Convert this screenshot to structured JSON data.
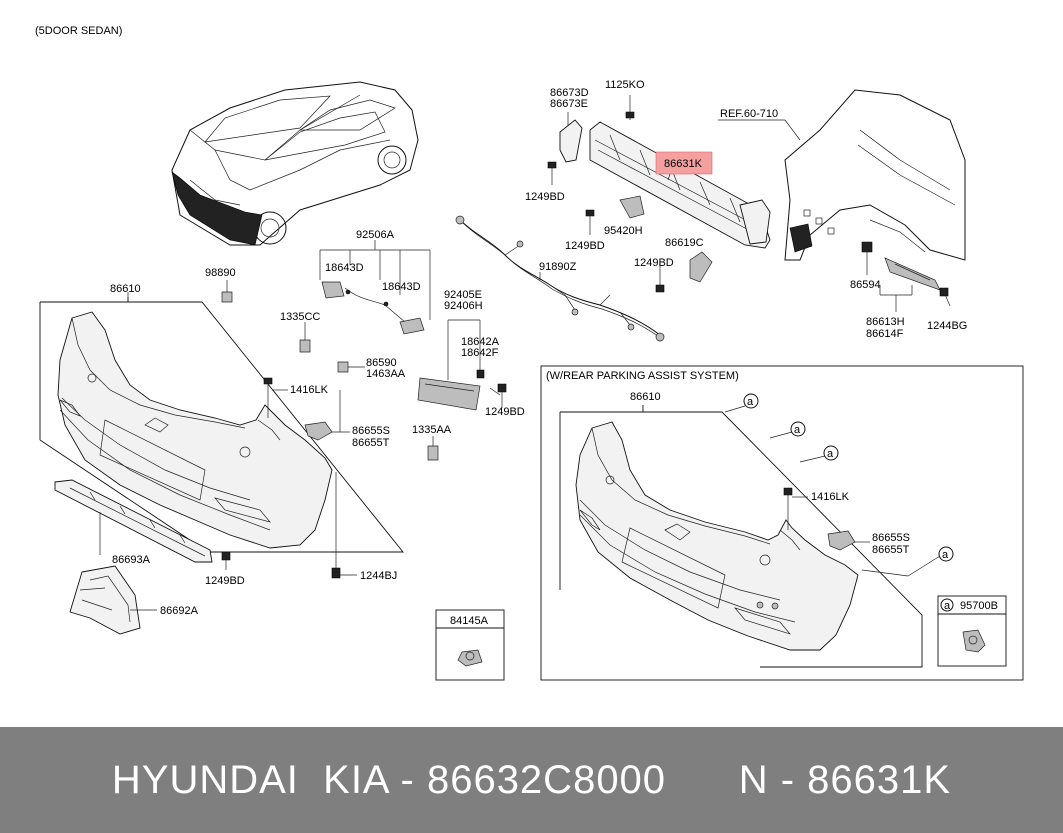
{
  "header_note": "(5DOOR SEDAN)",
  "ref_label": "REF.60-710",
  "parts": {
    "p86673": [
      "86673D",
      "86673E"
    ],
    "p1125KO": "1125KO",
    "p86631K": "86631K",
    "p1249BD_a": "1249BD",
    "p1249BD_b": "1249BD",
    "p95420H": "95420H",
    "p86619C": "86619C",
    "p1249BD_c": "1249BD",
    "p92506A": "92506A",
    "p18643D_a": "18643D",
    "p18643D_b": "18643D",
    "p91890Z": "91890Z",
    "p98890": "98890",
    "p86610": "86610",
    "p1335CC": "1335CC",
    "p92405": [
      "92405E",
      "92406H"
    ],
    "p18642": [
      "18642A",
      "18642F"
    ],
    "p86590": [
      "86590",
      "1463AA"
    ],
    "p1416LK": "1416LK",
    "p1249BD_d": "1249BD",
    "p86655": [
      "86655S",
      "86655T"
    ],
    "p1335AA": "1335AA",
    "p86693A": "86693A",
    "p1249BD_e": "1249BD",
    "p1244BJ": "1244BJ",
    "p86692A": "86692A",
    "p84145A": "84145A",
    "p86594": "86594",
    "p86613": [
      "86613H",
      "86614F"
    ],
    "p1244BG": "1244BG"
  },
  "inset": {
    "title": "(W/REAR PARKING ASSIST SYSTEM)",
    "p86610": "86610",
    "p1416LK": "1416LK",
    "p86655": [
      "86655S",
      "86655T"
    ],
    "callout_letter": "a",
    "legend_part": "95700B"
  },
  "highlight_color": "#f4a0a0",
  "footer": {
    "brand": "HYUNDAI  KIA - 86632C8000",
    "oem": "N - 86631K"
  }
}
